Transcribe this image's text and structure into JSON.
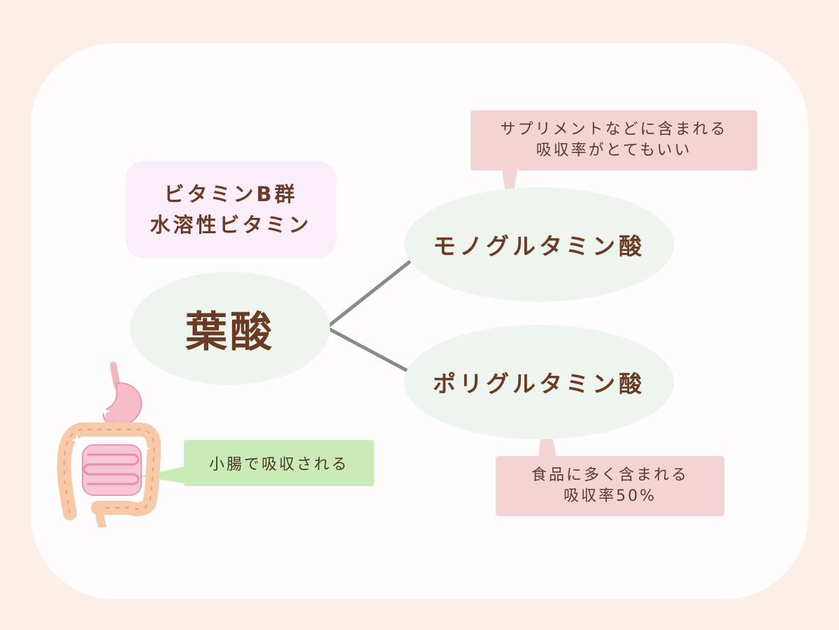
{
  "main_node": {
    "label": "葉酸"
  },
  "category": {
    "line1": "ビタミンB群",
    "line2": "水溶性ビタミン"
  },
  "branches": [
    {
      "label": "モノグルタミン酸",
      "note_line1": "サプリメントなどに含まれる",
      "note_line2": "吸収率がとてもいい"
    },
    {
      "label": "ポリグルタミン酸",
      "note_line1": "食品に多く含まれる",
      "note_line2": "吸収率50%"
    }
  ],
  "absorption_note": "小腸で吸収される",
  "illustration": {
    "icon": "digestive-tract-icon"
  },
  "colors": {
    "background": "#fcefe8",
    "panel": "#fefcfc",
    "node_fill": "#eef5ee",
    "category_fill": "#fbeefb",
    "note_fill": "#f3d3d4",
    "absorption_fill": "#c9ebb7",
    "text": "#6b3b24",
    "connector": "#8a8a8a"
  }
}
